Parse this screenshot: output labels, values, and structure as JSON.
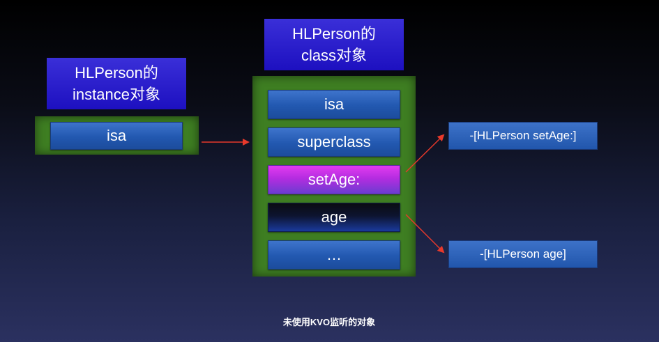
{
  "instance": {
    "title_line1": "HLPerson的",
    "title_line2": "instance对象",
    "cells": [
      "isa"
    ]
  },
  "class": {
    "title_line1": "HLPerson的",
    "title_line2": "class对象",
    "cells": [
      "isa",
      "superclass",
      "setAge:",
      "age",
      "…"
    ]
  },
  "methods": {
    "set_age": "-[HLPerson setAge:]",
    "age": "-[HLPerson age]"
  },
  "caption": "未使用KVO监听的对象",
  "colors": {
    "arrow": "#e8392b",
    "container": "#3e7e22",
    "cell": "#2a60b8",
    "title": "#2a1ed0",
    "highlight": "#d436ec"
  }
}
